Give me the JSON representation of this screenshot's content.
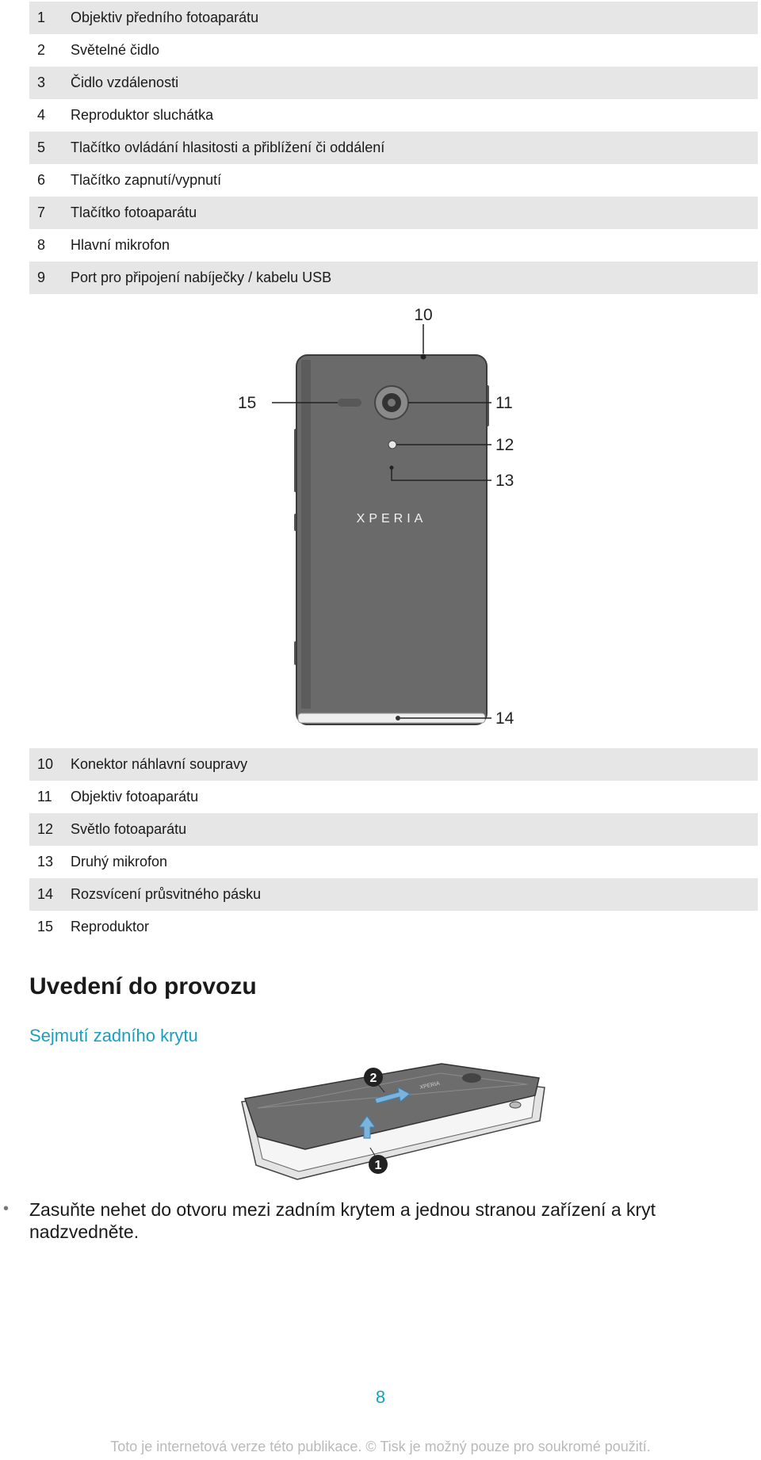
{
  "legend_top": [
    {
      "num": "1",
      "text": "Objektiv předního fotoaparátu"
    },
    {
      "num": "2",
      "text": "Světelné čidlo"
    },
    {
      "num": "3",
      "text": "Čidlo vzdálenosti"
    },
    {
      "num": "4",
      "text": "Reproduktor sluchátka"
    },
    {
      "num": "5",
      "text": "Tlačítko ovládání hlasitosti a přiblížení či oddálení"
    },
    {
      "num": "6",
      "text": "Tlačítko zapnutí/vypnutí"
    },
    {
      "num": "7",
      "text": "Tlačítko fotoaparátu"
    },
    {
      "num": "8",
      "text": "Hlavní mikrofon"
    },
    {
      "num": "9",
      "text": "Port pro připojení nabíječky / kabelu USB"
    }
  ],
  "phone_back_figure": {
    "brand": "XPERIA",
    "callouts": [
      "10",
      "11",
      "12",
      "13",
      "14",
      "15"
    ]
  },
  "legend_bottom": [
    {
      "num": "10",
      "text": "Konektor náhlavní soupravy"
    },
    {
      "num": "11",
      "text": "Objektiv fotoaparátu"
    },
    {
      "num": "12",
      "text": "Světlo fotoaparátu"
    },
    {
      "num": "13",
      "text": "Druhý mikrofon"
    },
    {
      "num": "14",
      "text": "Rozsvícení průsvitného pásku"
    },
    {
      "num": "15",
      "text": "Reproduktor"
    }
  ],
  "section_title": "Uvedení do provozu",
  "subsection_title": "Sejmutí zadního krytu",
  "cover_figure": {
    "step_labels": [
      "1",
      "2"
    ]
  },
  "bullet": {
    "marker": "•",
    "text": "Zasuňte nehet do otvoru mezi zadním krytem a jednou stranou zařízení a kryt nadzvedněte."
  },
  "page_number": "8",
  "footer": "Toto je internetová verze této publikace. © Tisk je možný pouze pro soukromé použití.",
  "colors": {
    "accent": "#1a9fc0",
    "row_shade": "#e6e6e6",
    "phone_body": "#666666"
  }
}
